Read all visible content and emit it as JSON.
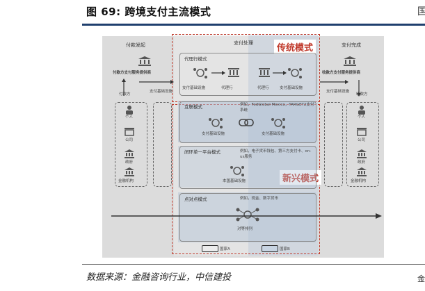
{
  "header": {
    "title": "图 69: 跨境支付主流模式"
  },
  "edge_glyph": "国",
  "footer": {
    "source": "数据来源：金融咨询行业，中信建投",
    "edge_char": "金"
  },
  "columns": {
    "left": "付款发起",
    "middle": "支付处理",
    "right": "支付完成"
  },
  "left_side": {
    "provider": "付款方支付服务提供商",
    "infra": "支付基础设施",
    "payer": "付款方",
    "parties": [
      "个人",
      "公司",
      "政府",
      "金融机构"
    ]
  },
  "right_side": {
    "provider": "收款方支付服务提供商",
    "infra": "支付基础设施",
    "payee": "收款方",
    "parties": [
      "个人",
      "公司",
      "政府",
      "金融机构"
    ]
  },
  "modes": {
    "traditional_label": "传统模式",
    "emerging_label": "新兴模式",
    "correspondent": {
      "title": "代理行模式",
      "left_infra": "支付基础设施",
      "left_bank": "代理行",
      "right_bank": "代理行",
      "right_infra": "支付基础设施"
    },
    "interlink": {
      "title": "互联模式",
      "example": "例如，FedGlobal Mexico，TARGET2支付系统",
      "left_infra": "支付基础设施",
      "right_infra": "支付基础设施"
    },
    "closed_loop": {
      "title": "闭环单一平台模式",
      "example": "例如，电子货币钱包、第三方支付卡、on-us服务",
      "infra": "本国基础设施"
    },
    "p2p": {
      "title": "点对点模式",
      "example": "例如，现金、数字货币",
      "node": "对等排列"
    }
  },
  "legend": {
    "country_a": "国家A",
    "country_b": "国家B"
  }
}
